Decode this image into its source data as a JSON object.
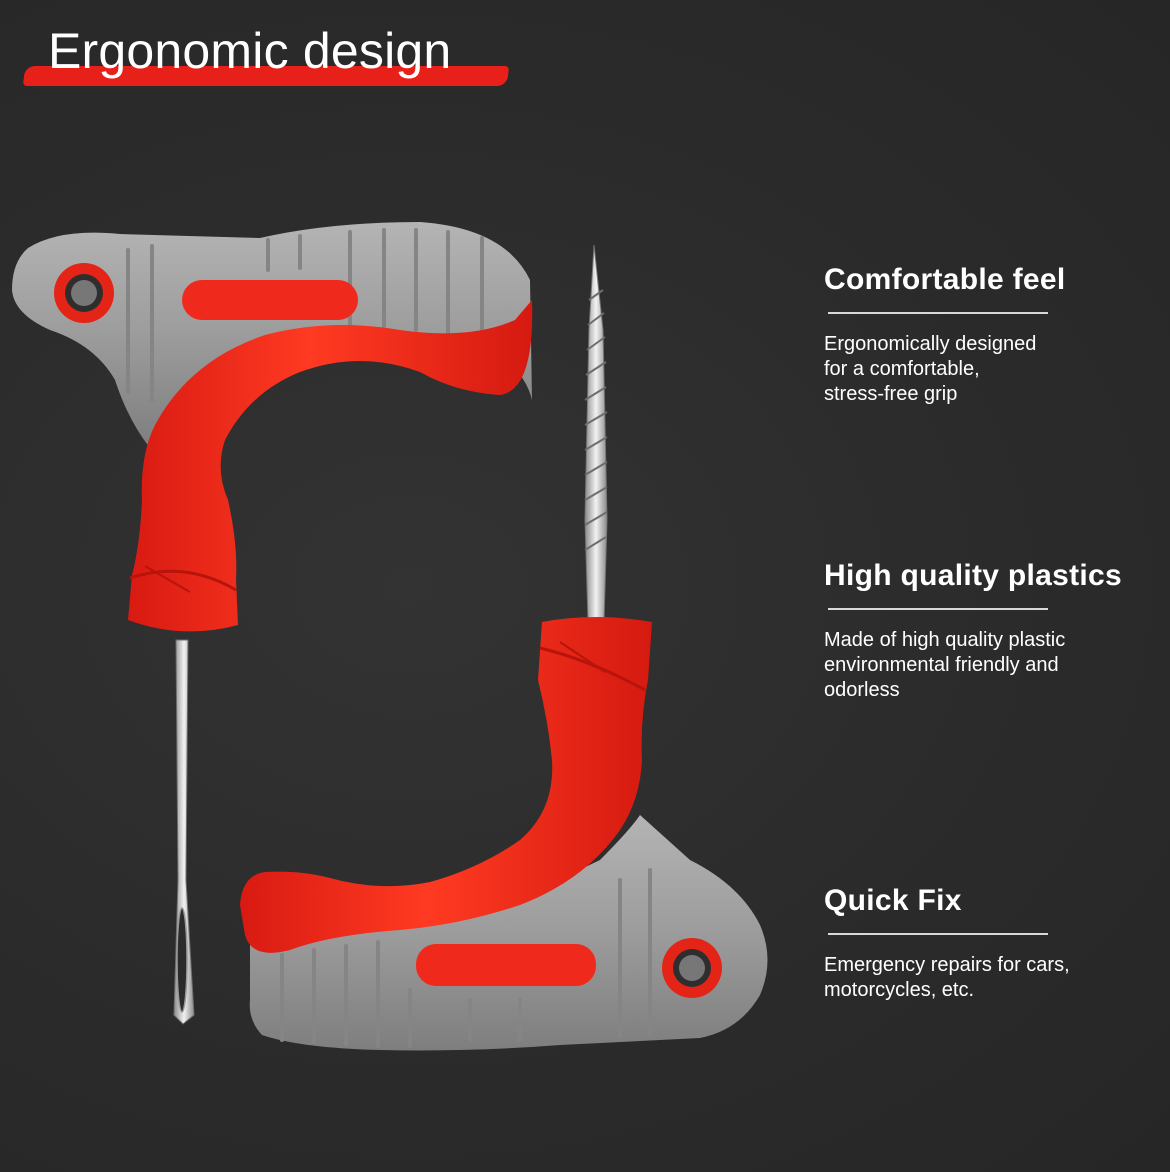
{
  "header": {
    "title": "Ergonomic design"
  },
  "colors": {
    "background": "#2a2a2a",
    "accent": "#e8201a",
    "handle_gray": "#9a9a9a",
    "text": "#ffffff"
  },
  "features": [
    {
      "title": "Comfortable feel",
      "body": "Ergonomically designed for a comfortable, stress-free grip",
      "lines": [
        "Ergonomically designed",
        "for a comfortable,",
        "stress-free grip"
      ]
    },
    {
      "title": "High quality plastics",
      "body": "Made of high quality plastic environmental friendly and odorless",
      "lines": [
        "Made of high quality plastic",
        "environmental friendly and",
        "odorless"
      ]
    },
    {
      "title": "Quick Fix",
      "body": "Emergency repairs for cars, motorcycles, etc.",
      "lines": [
        "Emergency repairs for cars,",
        "motorcycles, etc."
      ]
    }
  ],
  "illustration": {
    "tools": [
      {
        "name": "insertion-needle-tool",
        "icon": "t-handle-eye-needle"
      },
      {
        "name": "spiral-reamer-tool",
        "icon": "t-handle-spiral-rasp"
      }
    ]
  }
}
